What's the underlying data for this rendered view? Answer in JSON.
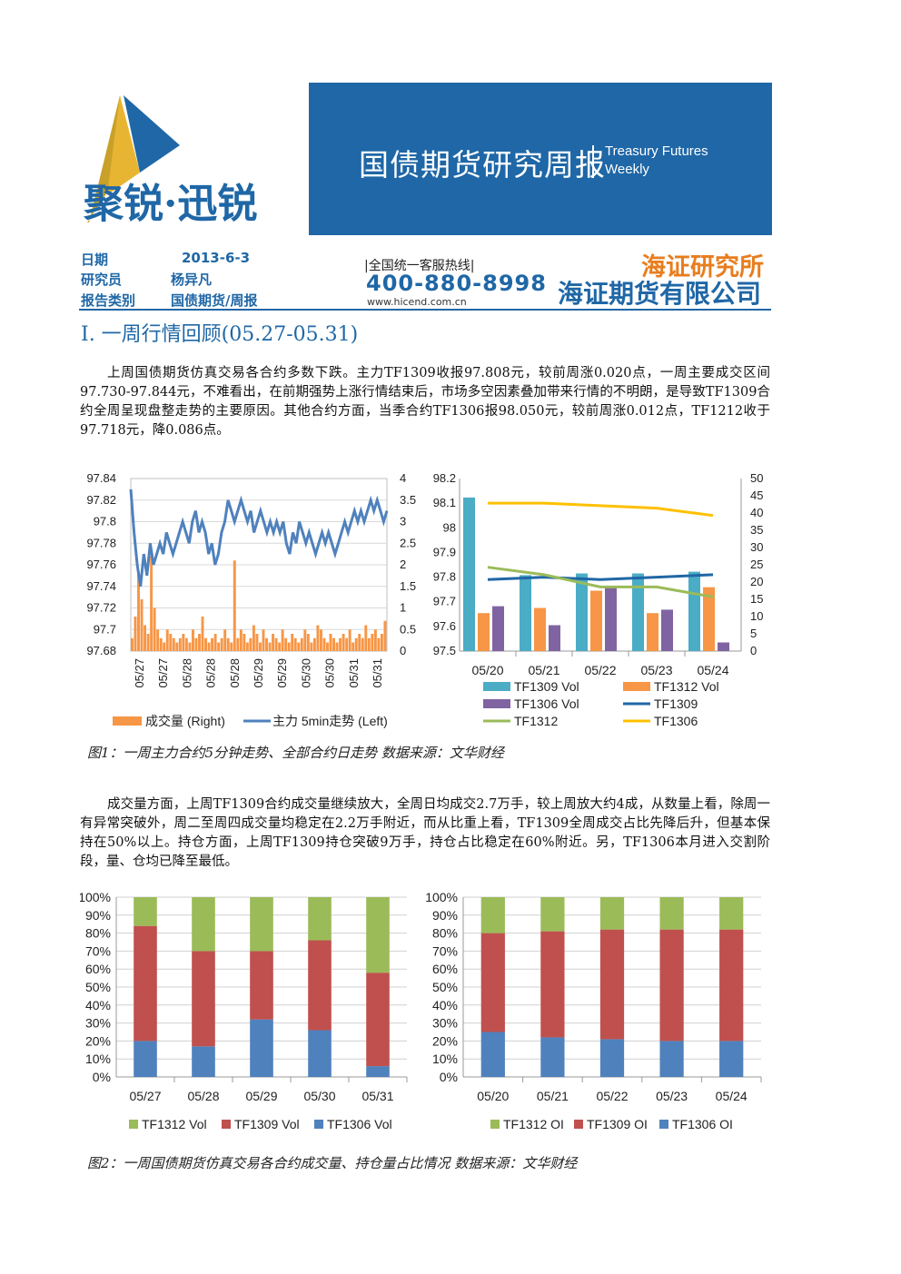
{
  "header": {
    "logo_text": "聚锐·迅锐",
    "banner_title": "国债期货研究周报",
    "banner_en_line1": "Treasury Futures",
    "banner_en_line2": "Weekly",
    "meta": [
      {
        "label": "日期",
        "value": "2013-6-3"
      },
      {
        "label": "研究员",
        "value": "杨异凡"
      },
      {
        "label": "报告类别",
        "value": "国债期货/周报"
      }
    ],
    "hotline": "|全国统一客服热线|",
    "phone": "400-880-8998",
    "site": "www.hicend.com.cn",
    "institute": "海证研究所",
    "company": "海证期货有限公司"
  },
  "section_title": "I. 一周行情回顾(05.27-05.31)",
  "paragraph1": "上周国债期货仿真交易各合约多数下跌。主力TF1309收报97.808元，较前周涨0.020点，一周主要成交区间97.730-97.844元，不难看出，在前期强势上涨行情结束后，市场多空因素叠加带来行情的不明朗，是导致TF1309合约全周呈现盘整走势的主要原因。其他合约方面，当季合约TF1306报98.050元，较前周涨0.012点，TF1212收于97.718元，降0.086点。",
  "caption1": "图1：一周主力合约5分钟走势、全部合约日走势 数据来源：文华财经",
  "paragraph2": "成交量方面，上周TF1309合约成交量继续放大，全周日均成交2.7万手，较上周放大约4成，从数量上看，除周一有异常突破外，周二至周四成交量均稳定在2.2万手附近，而从比重上看，TF1309全周成交占比先降后升，但基本保持在50%以上。持仓方面，上周TF1309持仓突破9万手，持仓占比稳定在60%附近。另，TF1306本月进入交割阶段，量、仓均已降至最低。",
  "caption2": "图2：一周国债期货仿真交易各合约成交量、持仓量占比情况    数据来源：文华财经",
  "colors": {
    "blue": "#4f81bd",
    "red": "#c0504d",
    "green": "#9bbb59",
    "orange": "#f79646",
    "teal": "#4bacc6",
    "purple": "#8064a2",
    "dark_blue": "#1f67a6",
    "gold": "#ffc000"
  },
  "chart_data": [
    {
      "type": "line",
      "left_axis": {
        "ticks": [
          "97.84",
          "97.82",
          "97.8",
          "97.78",
          "97.76",
          "97.74",
          "97.72",
          "97.7",
          "97.68"
        ],
        "ylim": [
          97.68,
          97.84
        ]
      },
      "right_axis": {
        "ticks": [
          "4",
          "3.5",
          "3",
          "2.5",
          "2",
          "1.5",
          "1",
          "0.5",
          "0"
        ],
        "ylim": [
          0,
          4
        ]
      },
      "x_ticks": [
        "05/27",
        "05/27",
        "05/28",
        "05/28",
        "05/28",
        "05/29",
        "05/29",
        "05/30",
        "05/30",
        "05/31",
        "05/31"
      ],
      "series": [
        {
          "name": "成交量 (Right)",
          "kind": "bar",
          "values": [
            0.3,
            0.8,
            1.8,
            1.2,
            0.6,
            0.4,
            2.2,
            1.0,
            0.5,
            0.3,
            0.2,
            0.5,
            0.4,
            0.3,
            0.2,
            0.3,
            0.4,
            0.3,
            0.2,
            0.5,
            0.3,
            0.4,
            0.8,
            0.3,
            0.2,
            0.3,
            0.4,
            0.2,
            0.3,
            0.5,
            0.3,
            0.2,
            2.1,
            0.3,
            0.5,
            0.4,
            0.2,
            0.3,
            0.6,
            0.4,
            0.2,
            0.5,
            0.3,
            0.2,
            0.4,
            0.3,
            0.2,
            0.5,
            0.3,
            0.2,
            0.4,
            0.3,
            0.2,
            0.3,
            0.5,
            0.4,
            0.2,
            0.3,
            0.6,
            0.5,
            0.3,
            0.2,
            0.4,
            0.3,
            0.2,
            0.3,
            0.4,
            0.3,
            0.5,
            0.2,
            0.3,
            0.4,
            0.3,
            0.6,
            0.3,
            0.4,
            0.5,
            0.3,
            0.4,
            0.7
          ]
        },
        {
          "name": "主力 5min走势 (Left)",
          "kind": "line",
          "values": [
            97.83,
            97.79,
            97.76,
            97.74,
            97.77,
            97.75,
            97.78,
            97.76,
            97.77,
            97.78,
            97.77,
            97.79,
            97.78,
            97.77,
            97.78,
            97.79,
            97.8,
            97.79,
            97.78,
            97.8,
            97.81,
            97.79,
            97.8,
            97.79,
            97.77,
            97.78,
            97.76,
            97.77,
            97.79,
            97.8,
            97.82,
            97.81,
            97.8,
            97.81,
            97.82,
            97.81,
            97.8,
            97.81,
            97.79,
            97.8,
            97.81,
            97.8,
            97.79,
            97.8,
            97.79,
            97.8,
            97.79,
            97.8,
            97.78,
            97.77,
            97.79,
            97.78,
            97.8,
            97.79,
            97.78,
            97.79,
            97.78,
            97.77,
            97.78,
            97.79,
            97.78,
            97.79,
            97.78,
            97.77,
            97.78,
            97.79,
            97.8,
            97.79,
            97.8,
            97.81,
            97.8,
            97.81,
            97.8,
            97.81,
            97.82,
            97.81,
            97.82,
            97.81,
            97.8,
            97.81
          ]
        }
      ]
    },
    {
      "type": "bar",
      "categories": [
        "05/20",
        "05/21",
        "05/22",
        "05/23",
        "05/24"
      ],
      "left_axis": {
        "ticks": [
          "98.2",
          "98.1",
          "98",
          "97.9",
          "97.8",
          "97.7",
          "97.6",
          "97.5"
        ],
        "ylim": [
          97.5,
          98.2
        ]
      },
      "right_axis": {
        "ticks": [
          "50",
          "45",
          "40",
          "35",
          "30",
          "25",
          "20",
          "15",
          "10",
          "5",
          "0"
        ],
        "ylim": [
          0,
          50
        ]
      },
      "series": [
        {
          "name": "TF1309 Vol",
          "kind": "bar",
          "values": [
            44.5,
            22,
            22.5,
            22.5,
            23
          ]
        },
        {
          "name": "TF1312 Vol",
          "kind": "bar",
          "values": [
            11,
            12.5,
            17.5,
            11,
            18.5
          ]
        },
        {
          "name": "TF1306 Vol",
          "kind": "bar",
          "values": [
            13,
            7.5,
            18.5,
            12,
            2.5
          ]
        },
        {
          "name": "TF1309",
          "kind": "line",
          "values": [
            97.79,
            97.8,
            97.79,
            97.8,
            97.81
          ]
        },
        {
          "name": "TF1312",
          "kind": "line",
          "values": [
            97.84,
            97.81,
            97.76,
            97.76,
            97.72
          ]
        },
        {
          "name": "TF1306",
          "kind": "line",
          "values": [
            98.1,
            98.1,
            98.09,
            98.08,
            98.05
          ]
        }
      ]
    },
    {
      "type": "bar",
      "stacked": true,
      "categories": [
        "05/27",
        "05/28",
        "05/29",
        "05/30",
        "05/31"
      ],
      "y_ticks": [
        "100%",
        "90%",
        "80%",
        "70%",
        "60%",
        "50%",
        "40%",
        "30%",
        "20%",
        "10%",
        "0%"
      ],
      "ylim": [
        0,
        100
      ],
      "series": [
        {
          "name": "TF1312 Vol",
          "values": [
            16,
            30,
            30,
            24,
            42
          ]
        },
        {
          "name": "TF1309 Vol",
          "values": [
            64,
            53,
            38,
            50,
            52
          ]
        },
        {
          "name": "TF1306 Vol",
          "values": [
            20,
            17,
            32,
            26,
            6
          ]
        }
      ]
    },
    {
      "type": "bar",
      "stacked": true,
      "categories": [
        "05/20",
        "05/21",
        "05/22",
        "05/23",
        "05/24"
      ],
      "y_ticks": [
        "100%",
        "90%",
        "80%",
        "70%",
        "60%",
        "50%",
        "40%",
        "30%",
        "20%",
        "10%",
        "0%"
      ],
      "ylim": [
        0,
        100
      ],
      "series": [
        {
          "name": "TF1312 OI",
          "values": [
            20,
            19,
            18,
            18,
            18
          ]
        },
        {
          "name": "TF1309 OI",
          "values": [
            55,
            59,
            61,
            62,
            62
          ]
        },
        {
          "name": "TF1306 OI",
          "values": [
            25,
            22,
            21,
            20,
            20
          ]
        }
      ]
    }
  ]
}
